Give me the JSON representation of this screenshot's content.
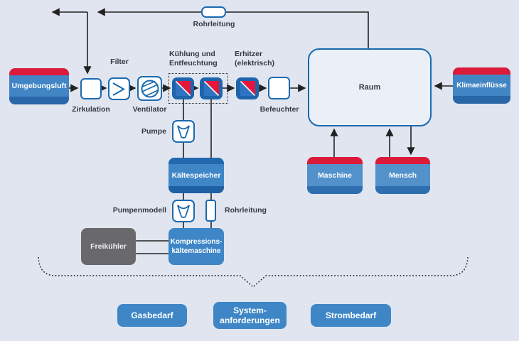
{
  "colors": {
    "background": "#e0e5f0",
    "box_blue": "#3e86c6",
    "box_blue_light": "#5391cb",
    "band_dark_blue": "#2268ae",
    "band_red": "#dc1a3a",
    "icon_border_blue": "#1a6ab0",
    "cooling_icon_blue": "#1d64ab",
    "cooling_icon_red": "#e3173d",
    "gray_box": "#69696c",
    "line_color": "#222222"
  },
  "top_pipe": {
    "label": "Rohrleitung"
  },
  "air_row": {
    "umgebungsluft_label": "Umgebungsluft",
    "zirkulation_label": "Zirkulation",
    "filter_label": "Filter",
    "ventilator_label": "Ventilator",
    "cooling_label_line1": "Kühlung und",
    "cooling_label_line2": "Entfeuchtung",
    "heater_label_line1": "Erhitzer",
    "heater_label_line2": "(elektrisch)",
    "befeuchter_label": "Befeuchter",
    "raum_label": "Raum",
    "klima_label": "Klimaeinflüsse"
  },
  "chiller": {
    "pumpe_label": "Pumpe",
    "kaeltespeicher_label": "Kältespeicher",
    "pumpenmodell_label": "Pumpenmodell",
    "rohrleitung_label": "Rohrleitung",
    "freikuehler_label": "Freikühler",
    "kkm_label_line1": "Kompressions-",
    "kkm_label_line2": "kältemaschine"
  },
  "loads": {
    "maschine_label": "Maschine",
    "mensch_label": "Mensch"
  },
  "outputs": {
    "gasbedarf_label": "Gasbedarf",
    "system_label_line1": "System-",
    "system_label_line2": "anforderungen",
    "strombedarf_label": "Strombedarf"
  }
}
